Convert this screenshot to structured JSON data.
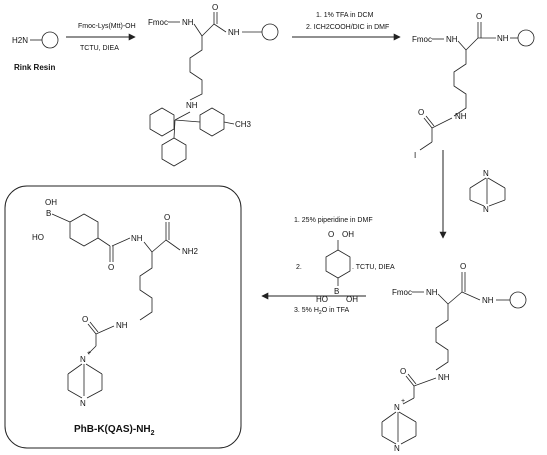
{
  "scheme": {
    "reagents": {
      "step1_top": "Fmoc-Lys(Mtt)-OH",
      "step1_bottom": "TCTU, DIEA",
      "step2_line1": "1. 1% TFA in DCM",
      "step2_line2": "2. ICH2COOH/DIC in DMF",
      "step4_line1": "1. 25% piperidine in DMF",
      "step4_line2_num": "2.",
      "step4_line2_tail": ". TCTU, DIEA",
      "step4_line3_a": "3. 5% H",
      "step4_line3_sub": "2",
      "step4_line3_b": "O in TFA"
    },
    "resin_label": "Rink Resin",
    "product_label_main": "PhB-K(QAS)-NH",
    "product_label_sub": "2",
    "atoms": {
      "h2n": "H2N",
      "fmoc": "Fmoc",
      "nh": "NH",
      "o": "O",
      "n": "N",
      "i": "I",
      "ch3": "CH3",
      "oh": "OH",
      "ho": "HO",
      "b": "B",
      "nh2": "NH2",
      "plus": "+"
    }
  }
}
